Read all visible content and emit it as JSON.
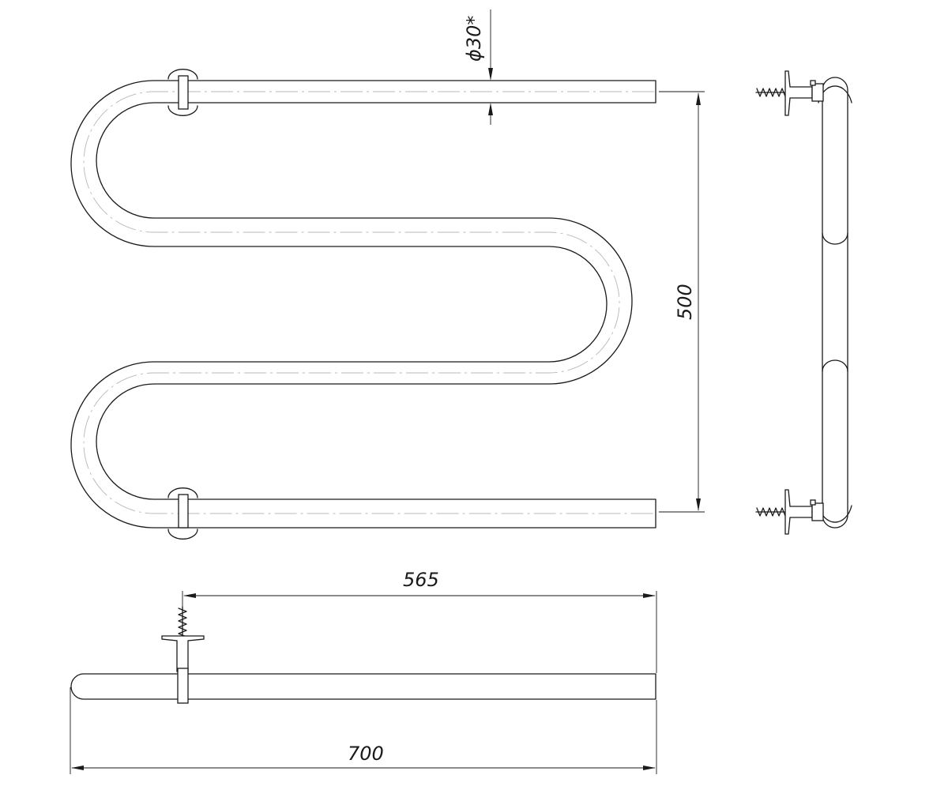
{
  "dimensions": {
    "diameter": "ϕ30*",
    "height": "500",
    "mount_spacing": "565",
    "total_width": "700"
  }
}
